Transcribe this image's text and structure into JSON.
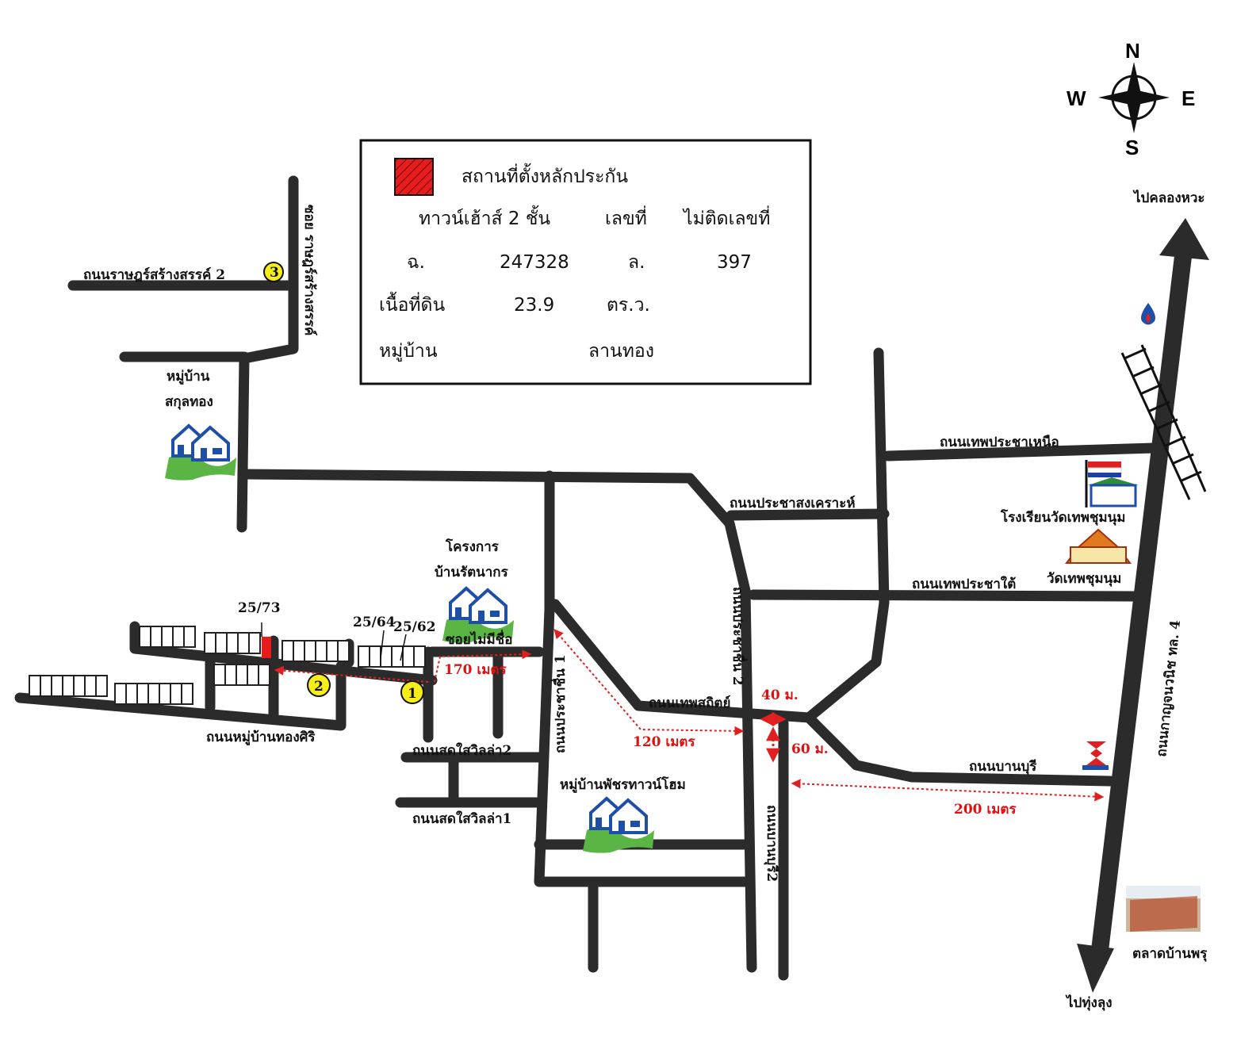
{
  "legend": {
    "title": "สถานที่ตั้งหลักประกัน",
    "swatch_color": "#e81c1c",
    "row1": [
      "ทาวน์เฮ้าส์ 2 ชั้น",
      "เลขที่",
      "ไม่ติดเลขที่"
    ],
    "row2": [
      "ฉ.",
      "247328",
      "ล.",
      "397"
    ],
    "row3": [
      "เนื้อที่ดิน",
      "23.9",
      "ตร.ว."
    ],
    "row4": [
      "หมู่บ้าน",
      "ลานทอง"
    ]
  },
  "compass": {
    "n": "N",
    "s": "S",
    "e": "E",
    "w": "W"
  },
  "directions": {
    "north": "ไปคลองหวะ",
    "south": "ไปทุ่งลุง"
  },
  "roads": {
    "rat2": "ถนนราษฎร์สร้างสรรค์ 2",
    "soi_rat": "ซอย ราษฎร์สร้างสรรค์",
    "prachasongkhro": "ถนนประชาสงเคราะห์",
    "thepnuea": "ถนนเทพประชาเหนือ",
    "thepdtai": "ถนนเทพประชาใต้",
    "highway": "ถนนกาญจนวนิช ทล. 4",
    "prachachuen2": "ถนนประชาชื่น 2",
    "prachachuen1": "ถนนประชาชื่น 1",
    "thepsathit": "ถนนเทพสถิตย์",
    "banburi": "ถนนบานบุรี",
    "banburi2": "ถนนบานบุรี2",
    "soi_noname": "ซอยไม่มีชื่อ",
    "thongsiri": "ถนนหมู่บ้านทองศิริ",
    "sodsai2": "ถนนสดใสวิลล่า2",
    "sodsai1": "ถนนสดใสวิลล่า1"
  },
  "places": {
    "sakul": [
      "หมู่บ้าน",
      "สกุลทอง"
    ],
    "rattanakorn": [
      "โครงการ",
      "บ้านรัตนากร"
    ],
    "school": "โรงเรียนวัดเทพชุมนุม",
    "temple": "วัดเทพชุมนุม",
    "phatchara": "หมู่บ้านพัชรทาวน์โฮม",
    "market": "ตลาดบ้านพรุ"
  },
  "distances": {
    "d40": "40 ม.",
    "d60": "60 ม.",
    "d120": "120 เมตร",
    "d170": "170 เมตร",
    "d200": "200 เมตร"
  },
  "house_numbers": {
    "a": "25/73",
    "b": "25/64",
    "c": "25/62"
  },
  "markers": [
    "1",
    "2",
    "3"
  ],
  "colors": {
    "road": "#2b2b2b",
    "distance": "#e01010",
    "marker": "#f5ee1a",
    "property": "#e81c1c"
  }
}
